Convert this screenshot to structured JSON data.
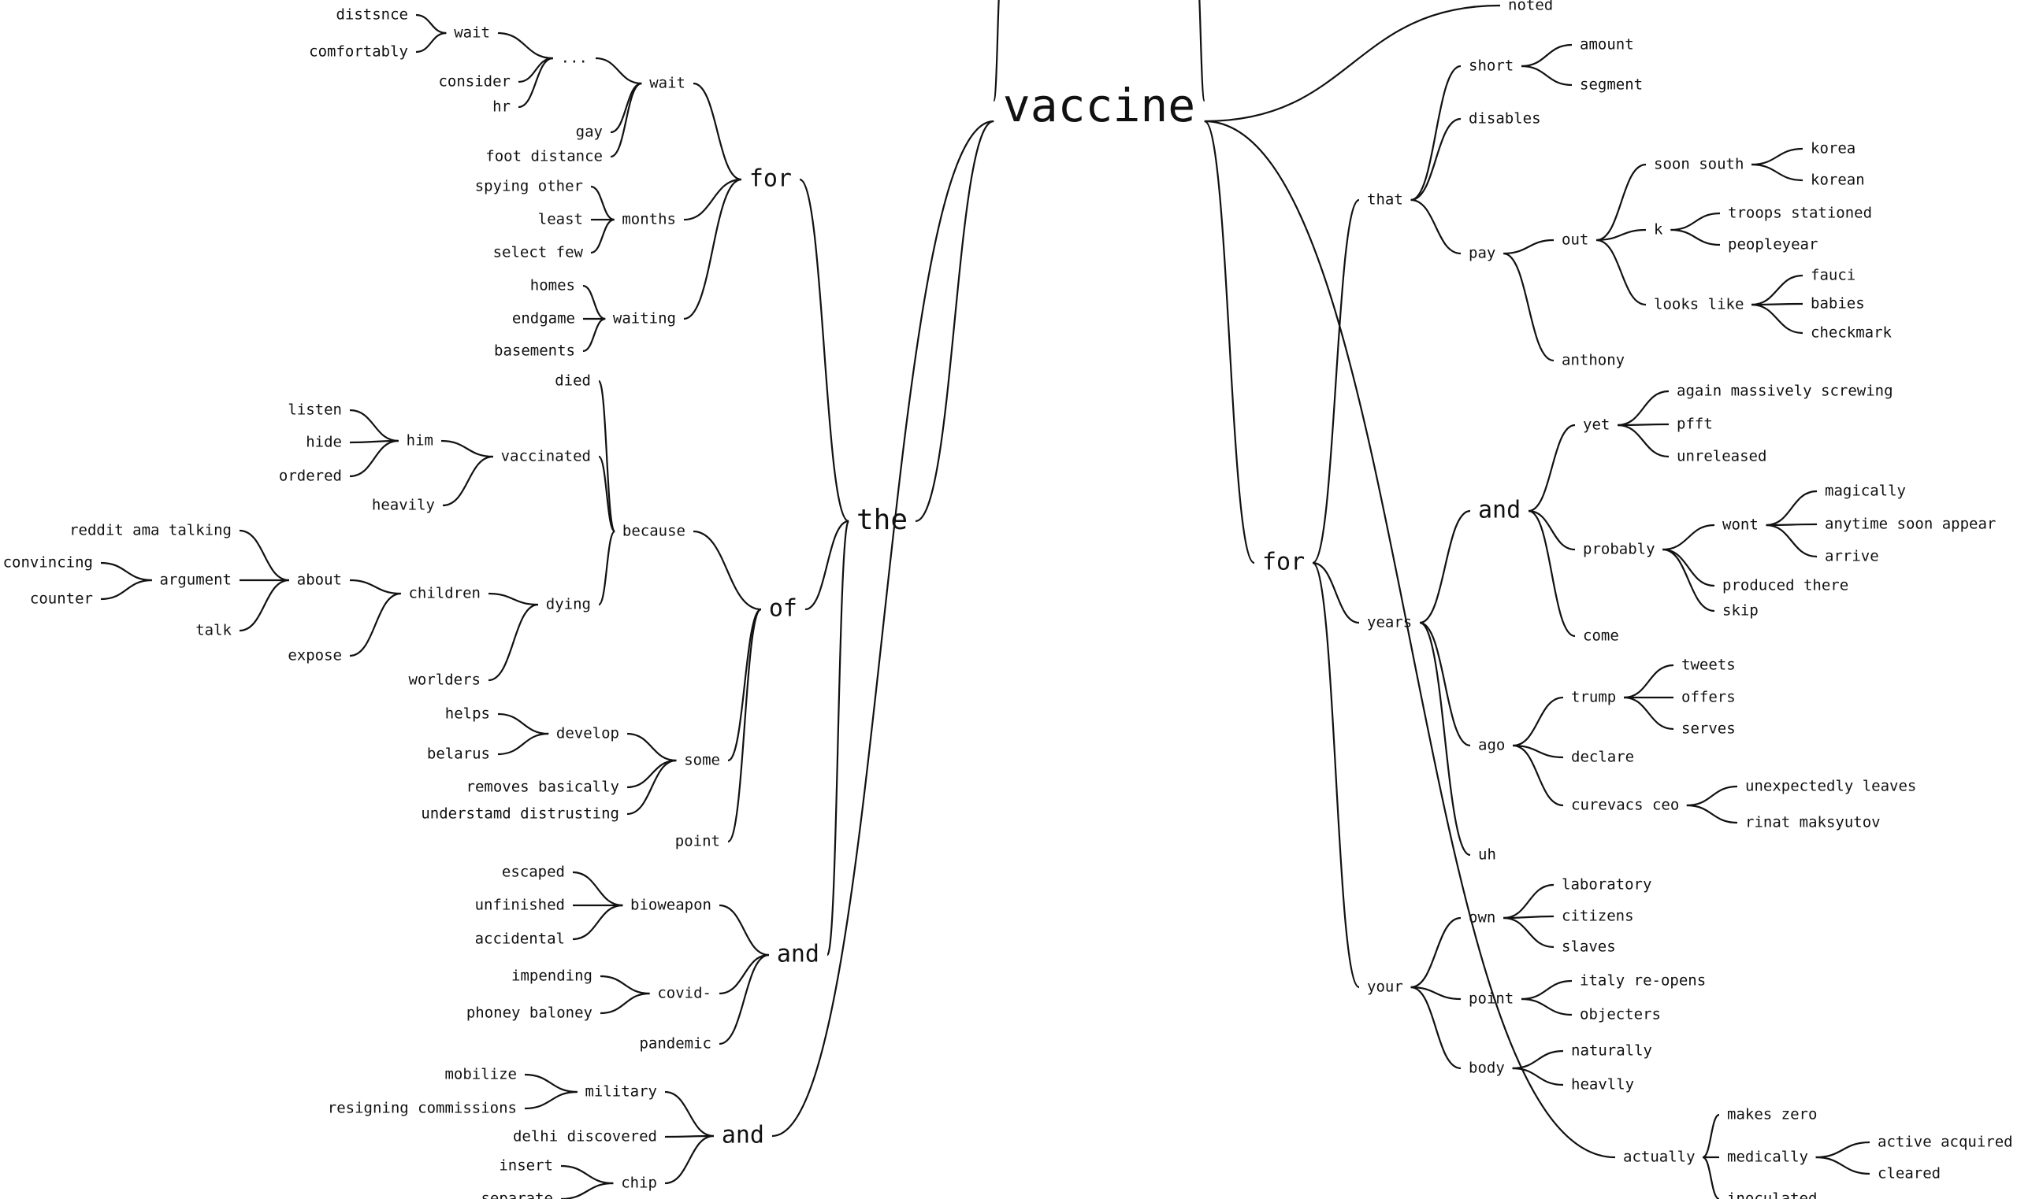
{
  "root": "vaccine",
  "left": [
    {
      "label": "the",
      "children": [
        {
          "label": "for",
          "children": [
            {
              "label": "wait",
              "children": [
                {
                  "label": "...",
                  "children": [
                    {
                      "label": "wait",
                      "children": [
                        {
                          "label": "distsnce"
                        },
                        {
                          "label": "comfortably"
                        }
                      ]
                    },
                    {
                      "label": "consider"
                    },
                    {
                      "label": "hr"
                    }
                  ]
                },
                {
                  "label": "gay"
                },
                {
                  "label": "foot distance"
                }
              ]
            },
            {
              "label": "months",
              "children": [
                {
                  "label": "spying other"
                },
                {
                  "label": "least"
                },
                {
                  "label": "select few"
                }
              ]
            },
            {
              "label": "waiting",
              "children": [
                {
                  "label": "homes"
                },
                {
                  "label": "endgame"
                },
                {
                  "label": "basements"
                }
              ]
            }
          ]
        },
        {
          "label": "of",
          "children": [
            {
              "label": "because",
              "children": [
                {
                  "label": "died"
                },
                {
                  "label": "vaccinated",
                  "children": [
                    {
                      "label": "him",
                      "children": [
                        {
                          "label": "listen"
                        },
                        {
                          "label": "hide"
                        },
                        {
                          "label": "ordered"
                        }
                      ]
                    },
                    {
                      "label": "heavily"
                    }
                  ]
                },
                {
                  "label": "dying",
                  "children": [
                    {
                      "label": "children",
                      "children": [
                        {
                          "label": "about",
                          "children": [
                            {
                              "label": "reddit ama talking"
                            },
                            {
                              "label": "argument",
                              "children": [
                                {
                                  "label": "convincing"
                                },
                                {
                                  "label": "counter"
                                }
                              ]
                            },
                            {
                              "label": "talk"
                            }
                          ]
                        },
                        {
                          "label": "expose"
                        }
                      ]
                    },
                    {
                      "label": "worlders"
                    }
                  ]
                }
              ]
            },
            {
              "label": "some",
              "children": [
                {
                  "label": "develop",
                  "children": [
                    {
                      "label": "helps"
                    },
                    {
                      "label": "belarus"
                    }
                  ]
                },
                {
                  "label": "removes basically"
                },
                {
                  "label": "understamd distrusting"
                }
              ]
            },
            {
              "label": "point"
            }
          ]
        },
        {
          "label": "and",
          "children": [
            {
              "label": "bioweapon",
              "children": [
                {
                  "label": "escaped"
                },
                {
                  "label": "unfinished"
                },
                {
                  "label": "accidental"
                }
              ]
            },
            {
              "label": "covid-",
              "children": [
                {
                  "label": "impending"
                },
                {
                  "label": "phoney baloney"
                }
              ]
            },
            {
              "label": "pandemic"
            }
          ]
        }
      ]
    },
    {
      "label": "and",
      "children": [
        {
          "label": "military",
          "children": [
            {
              "label": "mobilize"
            },
            {
              "label": "resigning commissions"
            }
          ]
        },
        {
          "label": "delhi discovered"
        },
        {
          "label": "chip",
          "children": [
            {
              "label": "insert"
            },
            {
              "label": "separate"
            }
          ]
        }
      ]
    }
  ],
  "right": [
    {
      "label": "noted"
    },
    {
      "label": "for",
      "children": [
        {
          "label": "that",
          "children": [
            {
              "label": "short",
              "children": [
                {
                  "label": "amount"
                },
                {
                  "label": "segment"
                }
              ]
            },
            {
              "label": "disables"
            },
            {
              "label": "pay",
              "children": [
                {
                  "label": "out",
                  "children": [
                    {
                      "label": "soon south",
                      "children": [
                        {
                          "label": "korea"
                        },
                        {
                          "label": "korean"
                        }
                      ]
                    },
                    {
                      "label": "k",
                      "children": [
                        {
                          "label": "troops stationed"
                        },
                        {
                          "label": "peopleyear"
                        }
                      ]
                    },
                    {
                      "label": "looks like",
                      "children": [
                        {
                          "label": "fauci"
                        },
                        {
                          "label": "babies"
                        },
                        {
                          "label": "checkmark"
                        }
                      ]
                    }
                  ]
                },
                {
                  "label": "anthony"
                }
              ]
            }
          ]
        },
        {
          "label": "years",
          "children": [
            {
              "label": "and",
              "children": [
                {
                  "label": "yet",
                  "children": [
                    {
                      "label": "again massively screwing"
                    },
                    {
                      "label": "pfft"
                    },
                    {
                      "label": "unreleased"
                    }
                  ]
                },
                {
                  "label": "probably",
                  "children": [
                    {
                      "label": "wont",
                      "children": [
                        {
                          "label": "magically"
                        },
                        {
                          "label": "anytime soon appear"
                        },
                        {
                          "label": "arrive"
                        }
                      ]
                    },
                    {
                      "label": "produced there"
                    },
                    {
                      "label": "skip"
                    }
                  ]
                },
                {
                  "label": "come"
                }
              ]
            },
            {
              "label": "ago",
              "children": [
                {
                  "label": "trump",
                  "children": [
                    {
                      "label": "tweets"
                    },
                    {
                      "label": "offers"
                    },
                    {
                      "label": "serves"
                    }
                  ]
                },
                {
                  "label": "declare"
                },
                {
                  "label": "curevacs ceo",
                  "children": [
                    {
                      "label": "unexpectedly leaves"
                    },
                    {
                      "label": "rinat maksyutov"
                    }
                  ]
                }
              ]
            },
            {
              "label": "uh"
            }
          ]
        },
        {
          "label": "your",
          "children": [
            {
              "label": "own",
              "children": [
                {
                  "label": "laboratory"
                },
                {
                  "label": "citizens"
                },
                {
                  "label": "slaves"
                }
              ]
            },
            {
              "label": "point",
              "children": [
                {
                  "label": "italy re-opens"
                },
                {
                  "label": "objecters"
                }
              ]
            },
            {
              "label": "body",
              "children": [
                {
                  "label": "naturally"
                },
                {
                  "label": "heavlly"
                }
              ]
            }
          ]
        }
      ]
    },
    {
      "label": "actually",
      "children": [
        {
          "label": "makes zero"
        },
        {
          "label": "medically",
          "children": [
            {
              "label": "active acquired"
            },
            {
              "label": "cleared"
            }
          ]
        },
        {
          "label": "inoculated"
        }
      ]
    }
  ]
}
